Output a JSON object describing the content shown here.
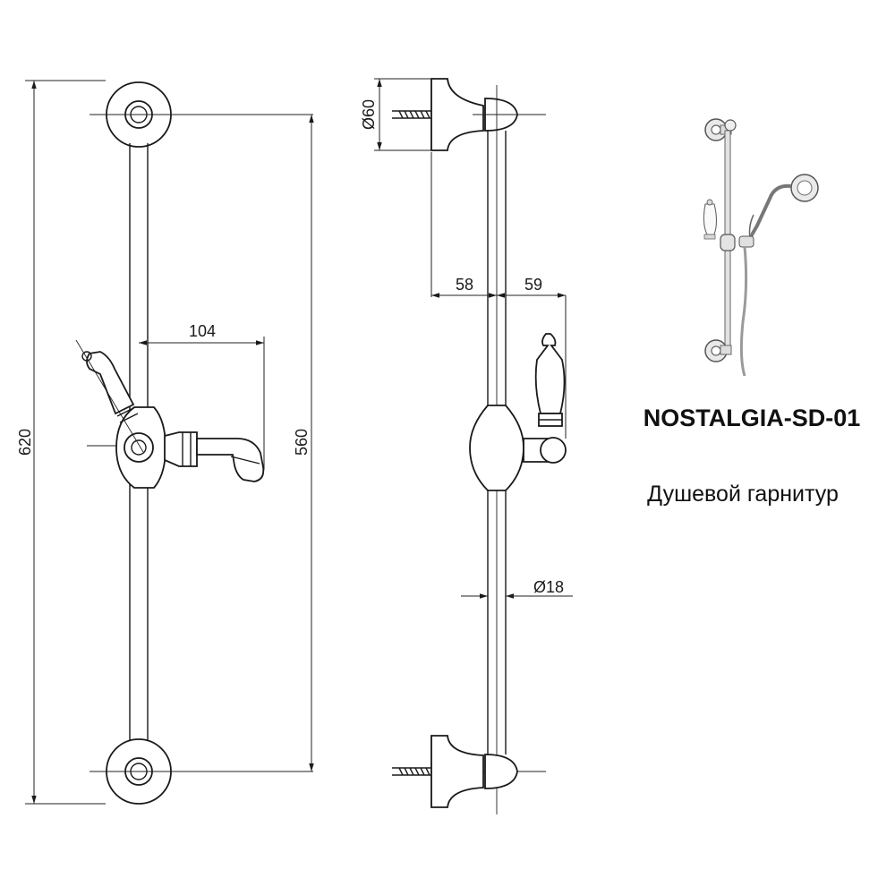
{
  "dimensions": {
    "overall_height": "620",
    "mount_spacing": "560",
    "holder_reach": "104",
    "wall_to_bar": "58",
    "bar_to_lever": "59",
    "bracket_diameter": "Ø60",
    "bar_diameter": "Ø18"
  },
  "product": {
    "code": "NOSTALGIA-SD-01",
    "description": "Душевой гарнитур"
  }
}
